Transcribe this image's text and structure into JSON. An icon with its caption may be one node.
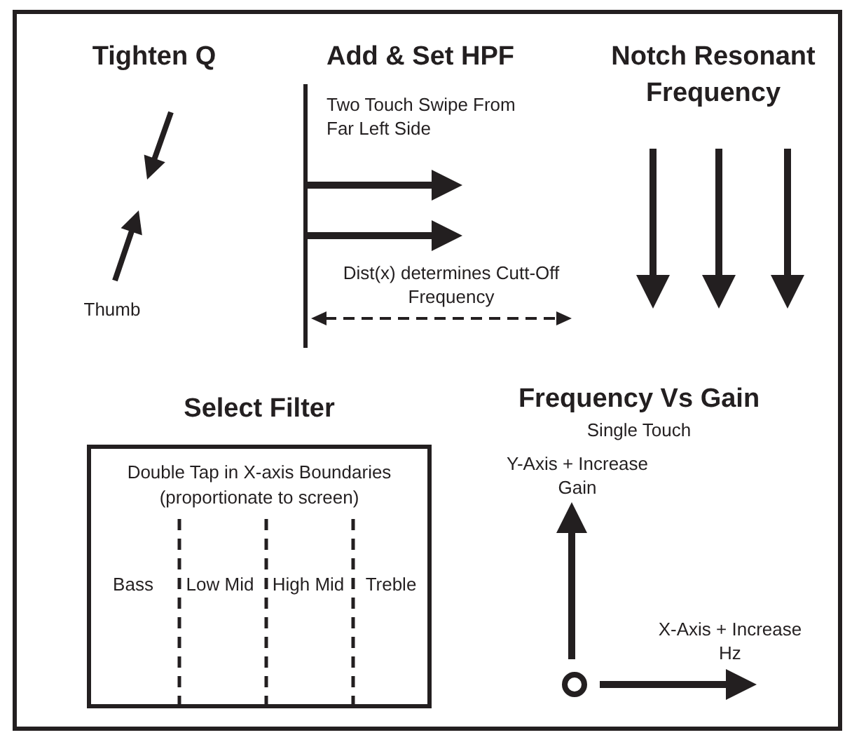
{
  "diagram": {
    "nodes": [
      {
        "text": [
          "Select Filter",
          "Double Tap in X-axis Boundaries (proportionate to screen)"
        ]
      }
    ],
    "labels": [
      "Tighten Q",
      "Add & Set HPF",
      "Notch Resonant Frequency",
      "Two Touch Swipe From Far Left Side",
      "Thumb",
      "Dist(x) determines Cutt-Off Frequency",
      "Frequency Vs Gain",
      "Single Touch",
      "Y-Axis + Increase Gain",
      "Bass",
      "Low Mid",
      "High Mid",
      "Treble",
      "X-Axis + Increase Hz"
    ]
  }
}
